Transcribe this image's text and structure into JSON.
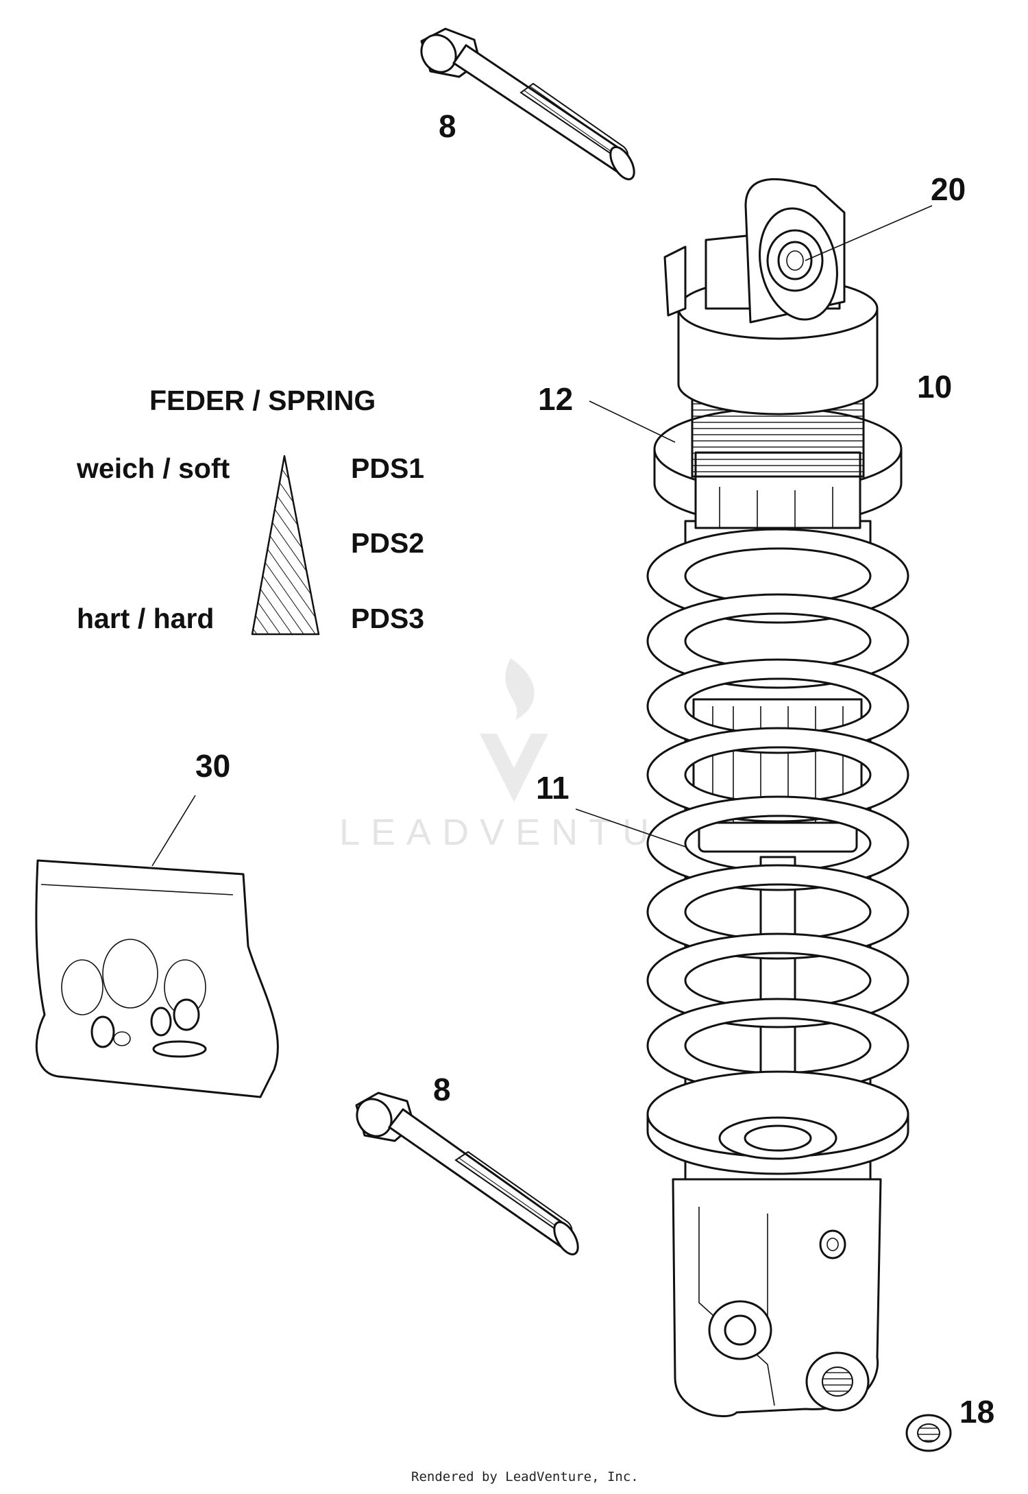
{
  "callouts": {
    "bolt_top": "8",
    "bolt_bottom": "8",
    "shock": "10",
    "preload_ring": "12",
    "spring": "11",
    "bearing_top": "20",
    "bushing": "18",
    "seal_kit": "30"
  },
  "legend": {
    "title": "FEDER / SPRING",
    "soft_label": "weich / soft",
    "hard_label": "hart / hard",
    "grades": [
      "PDS1",
      "PDS2",
      "PDS3"
    ]
  },
  "watermark": "LEADVENTURE",
  "footer": "Rendered by LeadVenture, Inc."
}
